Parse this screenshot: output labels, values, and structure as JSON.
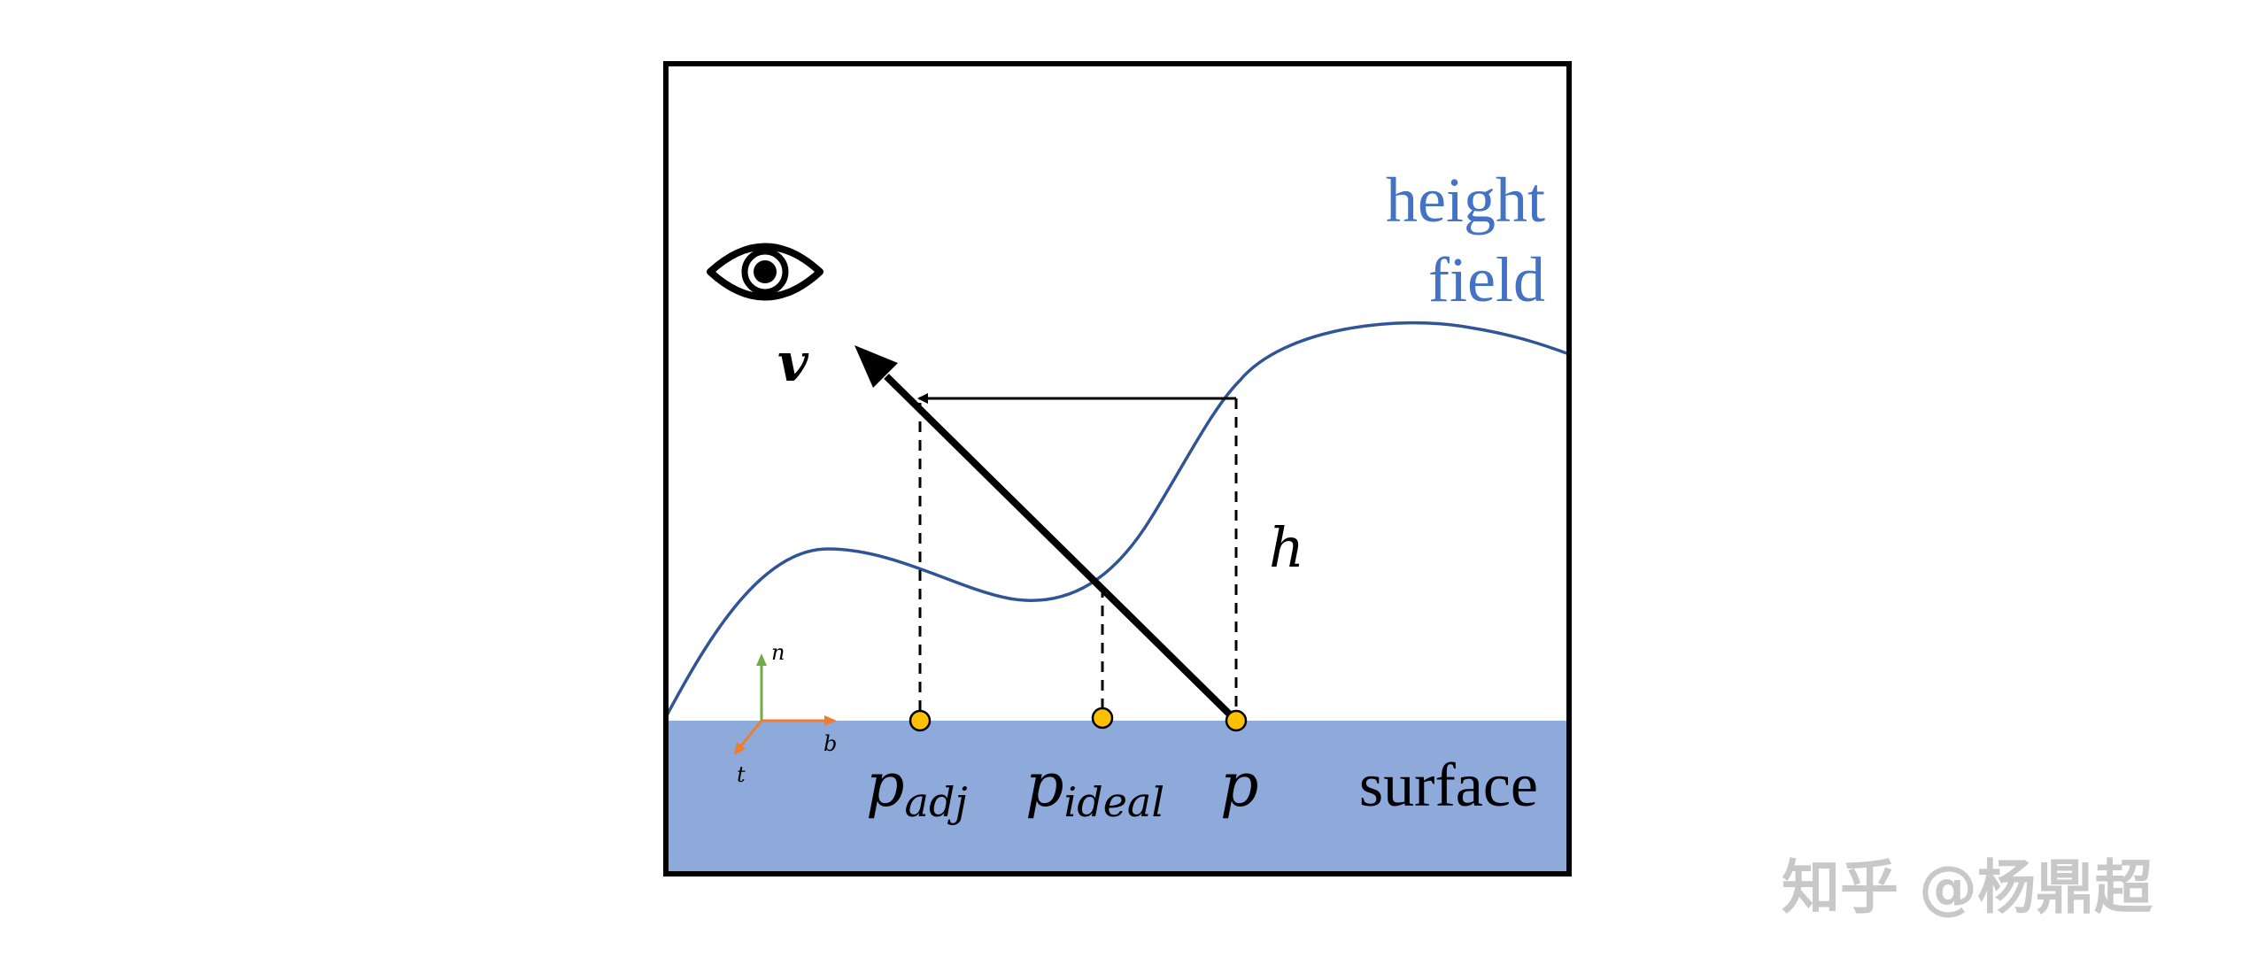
{
  "labels": {
    "height_field_line1": "height",
    "height_field_line2": "field",
    "surface": "surface",
    "view_vector": "v",
    "height": "h",
    "p_adj_base": "p",
    "p_adj_sub": "adj",
    "p_ideal_base": "p",
    "p_ideal_sub": "ideal",
    "p_base": "p",
    "axis_n": "n",
    "axis_b": "b",
    "axis_t": "t"
  },
  "watermark": "知乎 @杨鼎超",
  "icons": {
    "eye": "eye-icon"
  },
  "colors": {
    "surface_fill": "#8eaadb",
    "height_field_curve": "#2f5597",
    "height_field_label": "#4472c4",
    "point_fill": "#ffc000",
    "axis_n": "#70ad47",
    "axis_b": "#ed7d31",
    "axis_t": "#ed7d31",
    "frame": "#000000",
    "watermark": "#c8c8c8"
  }
}
